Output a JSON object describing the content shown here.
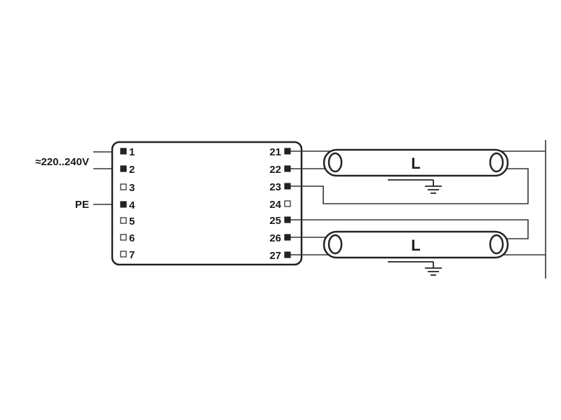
{
  "supply_label": "≈220..240V",
  "pe_label": "PE",
  "left_pins": [
    {
      "label": "1",
      "filled": true
    },
    {
      "label": "2",
      "filled": true
    },
    {
      "label": "3",
      "filled": false
    },
    {
      "label": "4",
      "filled": true
    },
    {
      "label": "5",
      "filled": false
    },
    {
      "label": "6",
      "filled": false
    },
    {
      "label": "7",
      "filled": false
    }
  ],
  "right_pins": [
    {
      "label": "21",
      "filled": true
    },
    {
      "label": "22",
      "filled": true
    },
    {
      "label": "23",
      "filled": true
    },
    {
      "label": "24",
      "filled": false
    },
    {
      "label": "25",
      "filled": true
    },
    {
      "label": "26",
      "filled": true
    },
    {
      "label": "27",
      "filled": true
    }
  ],
  "lamps": [
    {
      "label": "L"
    },
    {
      "label": "L"
    }
  ],
  "colors": {
    "line": "#222222",
    "background": "#ffffff"
  }
}
